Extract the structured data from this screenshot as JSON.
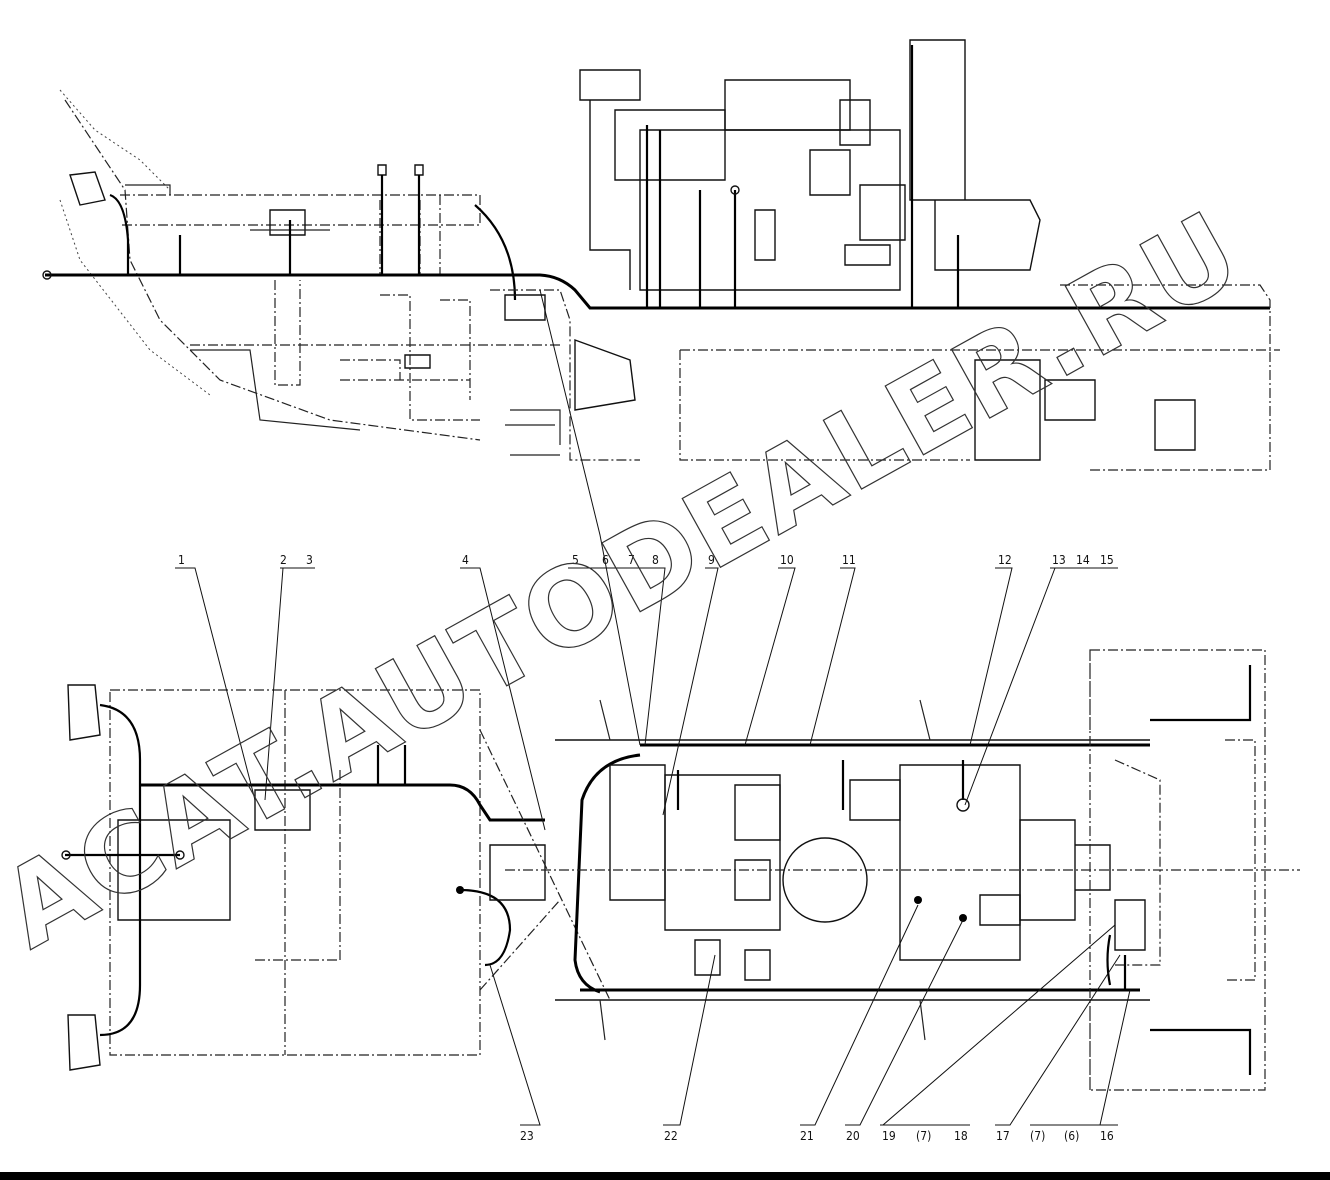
{
  "watermark": {
    "text": "ACAT.AUTODEALER.RU"
  },
  "callouts": {
    "top": [
      {
        "label": "1"
      },
      {
        "label": "2"
      },
      {
        "label": "3"
      },
      {
        "label": "4"
      },
      {
        "label": "5"
      },
      {
        "label": "6"
      },
      {
        "label": "7"
      },
      {
        "label": "8"
      },
      {
        "label": "9"
      },
      {
        "label": "10"
      },
      {
        "label": "11"
      },
      {
        "label": "12"
      },
      {
        "label": "13"
      },
      {
        "label": "14"
      },
      {
        "label": "15"
      }
    ],
    "bottom": [
      {
        "label": "23"
      },
      {
        "label": "22"
      },
      {
        "label": "21"
      },
      {
        "label": "20"
      },
      {
        "label": "19"
      },
      {
        "label": "(7)"
      },
      {
        "label": "18"
      },
      {
        "label": "17"
      },
      {
        "label": "(7)"
      },
      {
        "label": "(6)"
      },
      {
        "label": "16"
      }
    ]
  }
}
